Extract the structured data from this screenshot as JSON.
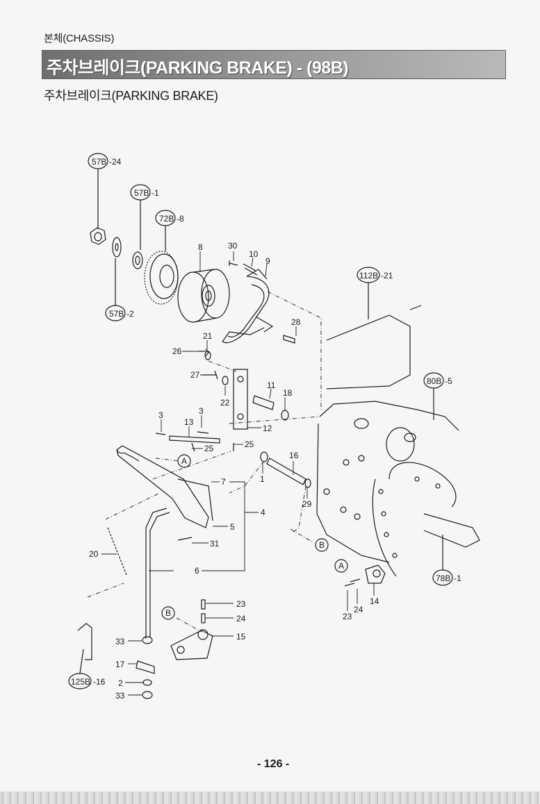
{
  "header": {
    "section": "본체(CHASSIS)",
    "title": "주차브레이크(PARKING BRAKE) - (98B)",
    "subtitle": "주차브레이크(PARKING BRAKE)"
  },
  "references": {
    "r57b24": "57B",
    "r57b24_suffix": "-24",
    "r57b1": "57B",
    "r57b1_suffix": "-1",
    "r72b8": "72B",
    "r72b8_suffix": "-8",
    "r57b2": "57B",
    "r57b2_suffix": "-2",
    "r112b21": "112B",
    "r112b21_suffix": "-21",
    "r80b5": "80B",
    "r80b5_suffix": "-5",
    "r78b1": "78B",
    "r78b1_suffix": "-1",
    "r125b16": "125B",
    "r125b16_suffix": "-16"
  },
  "callouts": {
    "A1": "A",
    "A2": "A",
    "B1": "B",
    "B2": "B"
  },
  "part_numbers": {
    "p8": "8",
    "p30": "30",
    "p10": "10",
    "p9": "9",
    "p28": "28",
    "p21": "21",
    "p26": "26",
    "p27": "27",
    "p22": "22",
    "p11": "11",
    "p18": "18",
    "p12": "12",
    "p3a": "3",
    "p3b": "3",
    "p13": "13",
    "p25a": "25",
    "p25b": "25",
    "p16": "16",
    "p1": "1",
    "p29": "29",
    "p7": "7",
    "p4": "4",
    "p5": "5",
    "p31": "31",
    "p20": "20",
    "p6": "6",
    "p23a": "23",
    "p24a": "24",
    "p15": "15",
    "p33a": "33",
    "p17": "17",
    "p2": "2",
    "p33b": "33",
    "p14": "14",
    "p24b": "24",
    "p23b": "23"
  },
  "footer": {
    "page_number": "- 126 -"
  }
}
